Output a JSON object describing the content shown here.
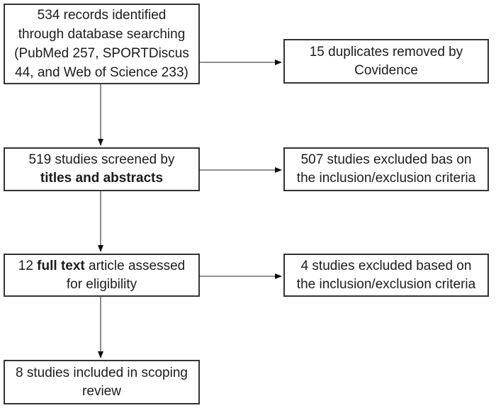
{
  "diagram": {
    "type": "flowchart",
    "description": "Study selection flow diagram (PRISMA-style scoping review)",
    "boxes": {
      "records": {
        "line1": "534 records identified",
        "line2": "through database searching",
        "line3": "(PubMed 257, SPORTDiscus",
        "line4": "44, and Web of Science 233)"
      },
      "duplicates": {
        "line1": "15 duplicates removed by",
        "line2": "Covidence"
      },
      "screened": {
        "line1": "519 studies screened by",
        "line2_bold": "titles and abstracts"
      },
      "excluded_screening": {
        "line1": "507 studies excluded bas on",
        "line2": "the inclusion/exclusion criteria"
      },
      "fulltext": {
        "line1_prefix": "12 ",
        "line1_bold": "full text",
        "line1_suffix": " article assessed",
        "line2": "for eligibility"
      },
      "excluded_fulltext": {
        "line1": "4 studies excluded based on",
        "line2": "the inclusion/exclusion criteria"
      },
      "included": {
        "line1": "8 studies included in scoping",
        "line2": "review"
      }
    },
    "colors": {
      "box_border": "#333333",
      "connector_line": "#4f4f4f",
      "arrowhead": "#0d0d0d",
      "text": "#1c1c1c",
      "background": "#ffffff"
    }
  }
}
